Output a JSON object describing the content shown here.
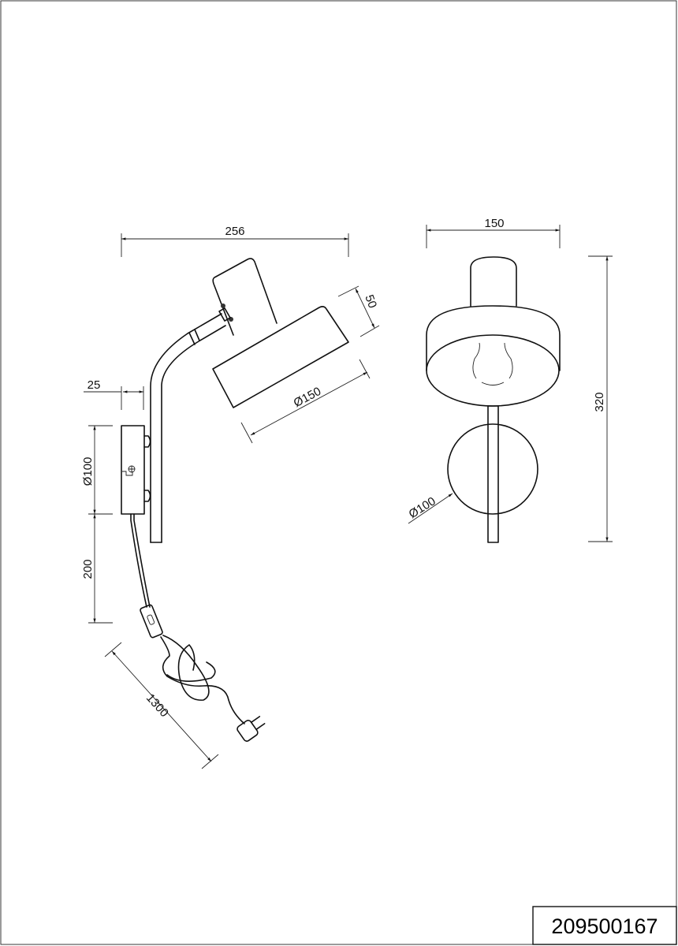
{
  "drawing": {
    "article_number": "209500167",
    "side_view": {
      "width_dim": "256",
      "shade_height_dim": "50",
      "shade_diameter_dim": "Ø150",
      "mount_depth_dim": "25",
      "mount_diameter_dim": "Ø100",
      "cable_drop_dim": "200",
      "cable_length_dim": "1300"
    },
    "front_view": {
      "width_dim": "150",
      "height_dim": "320",
      "mount_diameter_dim": "Ø100"
    }
  }
}
